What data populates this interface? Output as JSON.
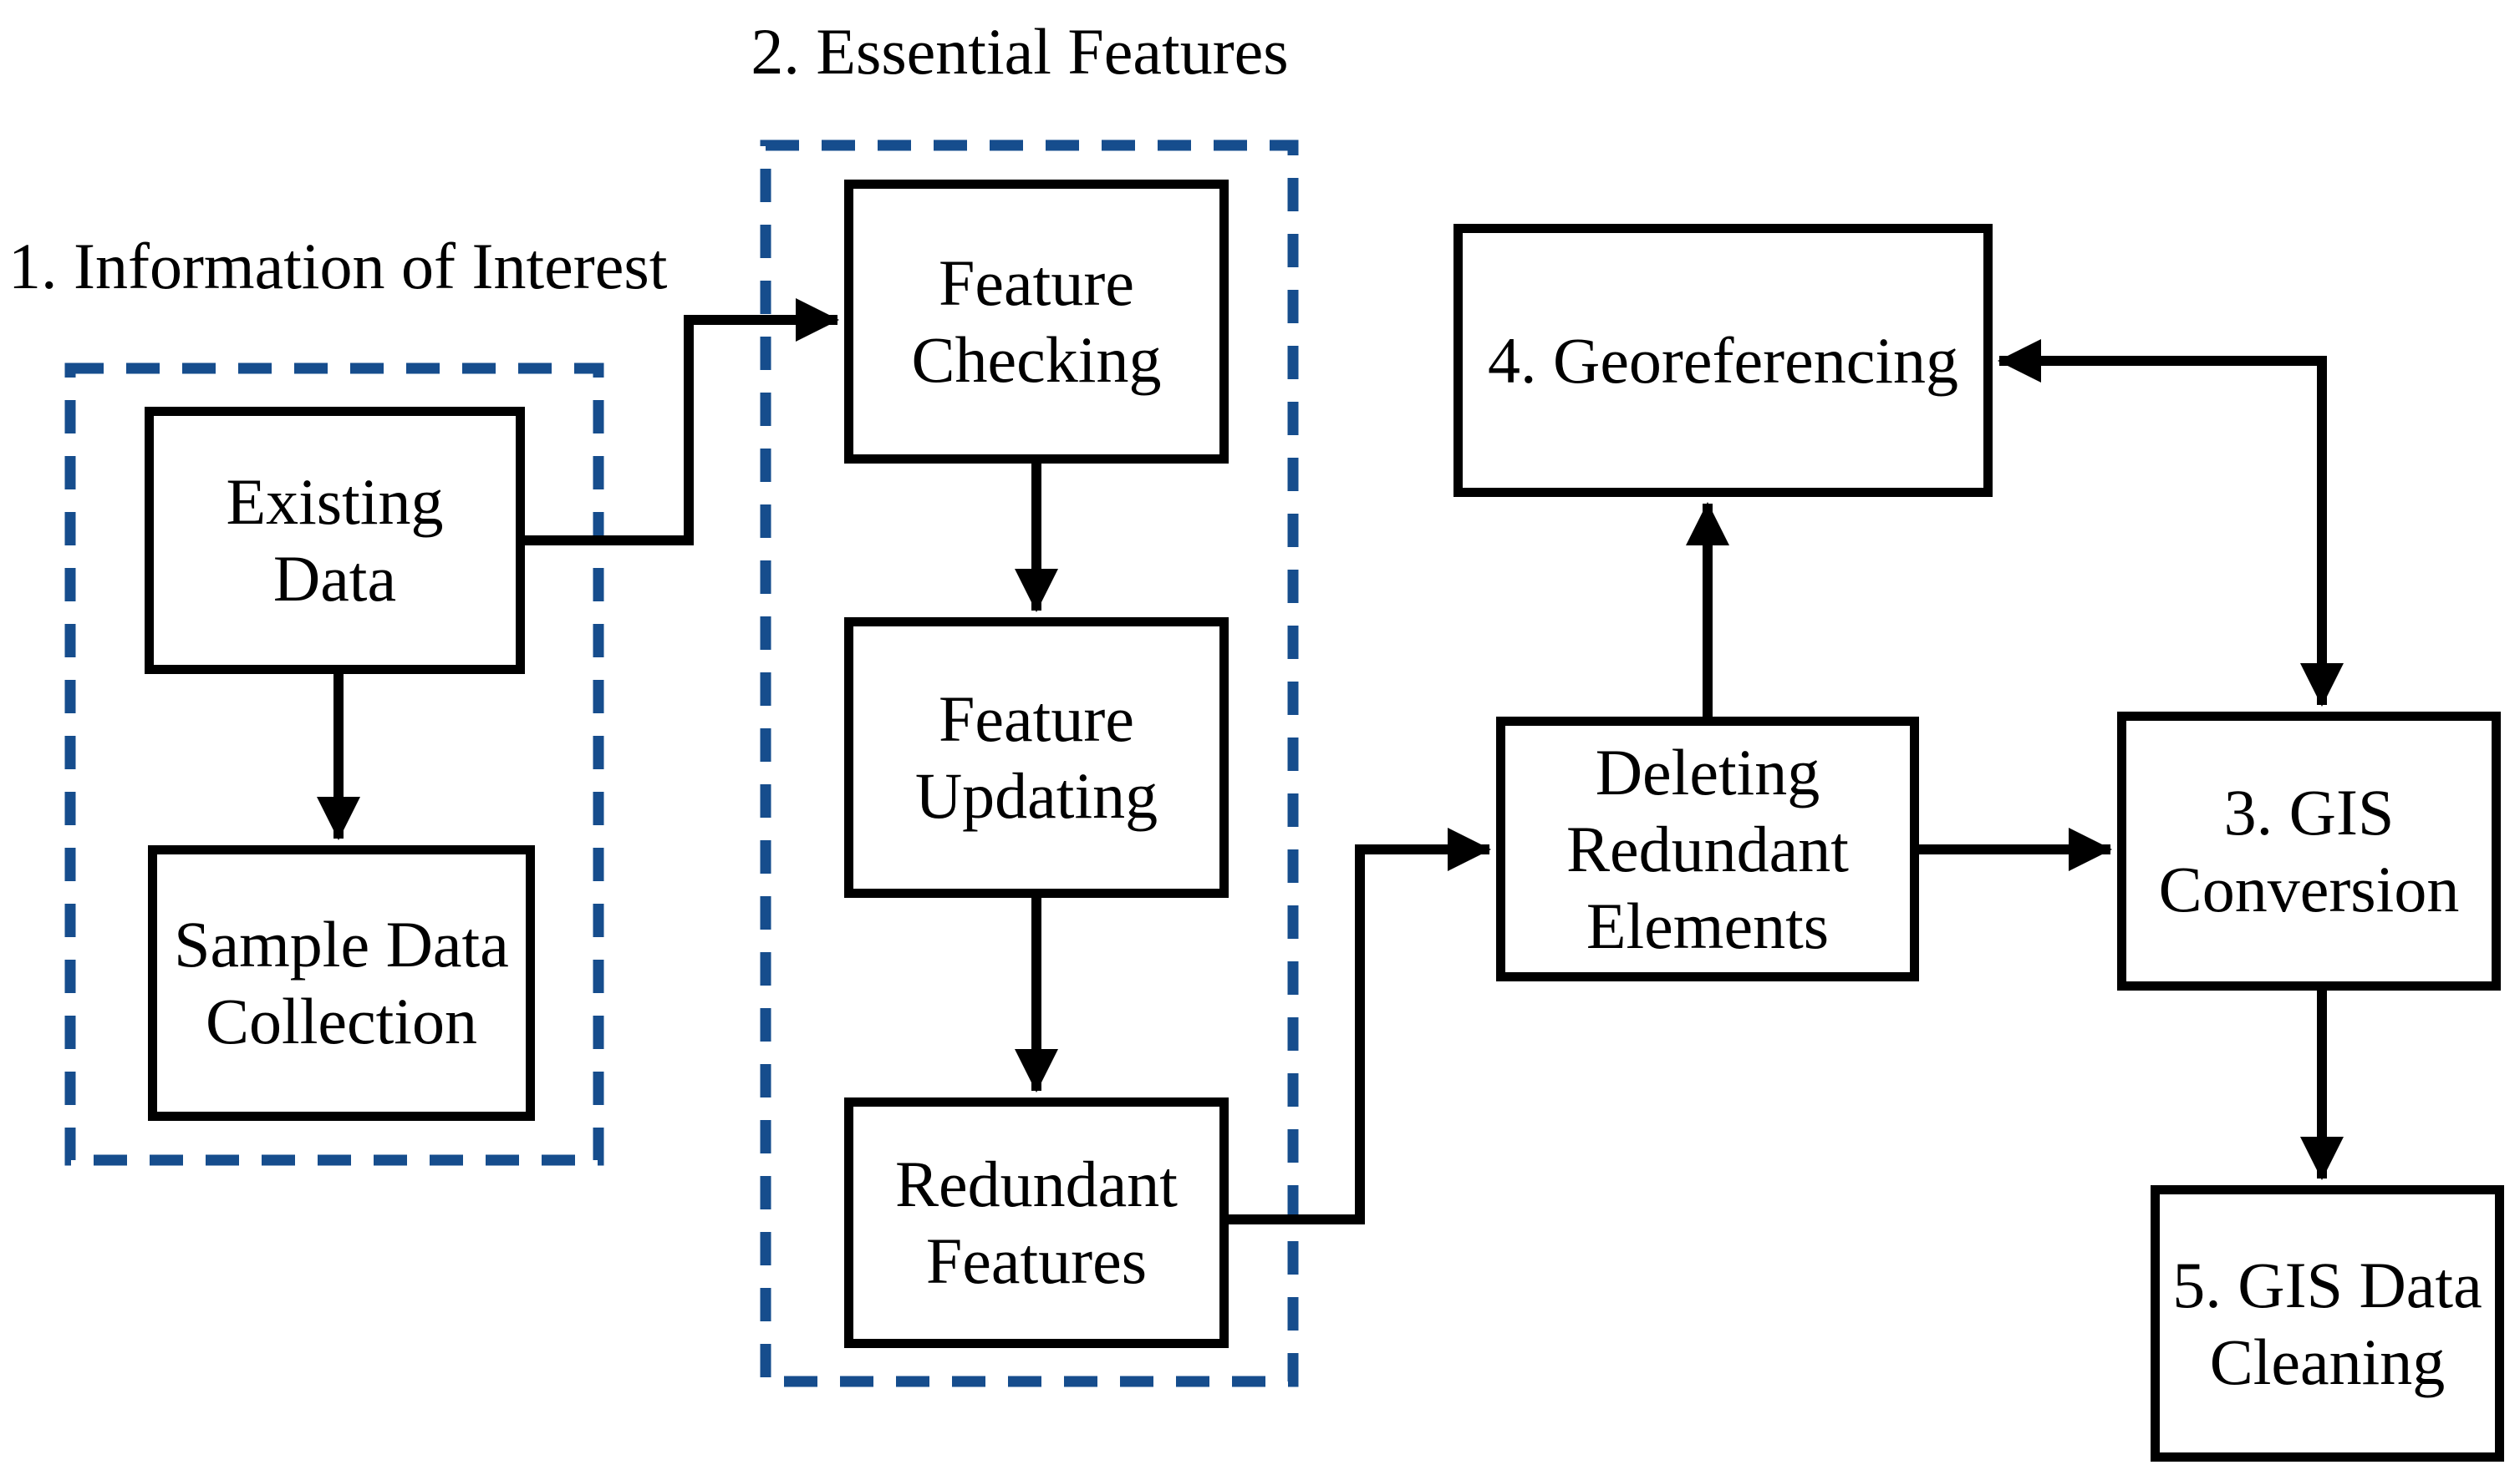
{
  "diagram": {
    "colors": {
      "background": "#ffffff",
      "box_border": "#000000",
      "arrow": "#000000",
      "text": "#000000",
      "dashed_group_border": "#164d8d"
    },
    "section_titles": [
      {
        "id": "information-of-interest",
        "label": "1. Information of Interest"
      },
      {
        "id": "essential-features",
        "label": "2. Essential Features"
      }
    ],
    "nodes": [
      {
        "id": "existing-data",
        "label": "Existing\nData"
      },
      {
        "id": "sample-data-collection",
        "label": "Sample Data\nCollection"
      },
      {
        "id": "feature-checking",
        "label": "Feature\nChecking"
      },
      {
        "id": "feature-updating",
        "label": "Feature\nUpdating"
      },
      {
        "id": "redundant-features",
        "label": "Redundant\nFeatures"
      },
      {
        "id": "deleting-redundant-elements",
        "label": "Deleting\nRedundant\nElements"
      },
      {
        "id": "georeferencing",
        "label": "4. Georeferencing"
      },
      {
        "id": "gis-conversion",
        "label": "3. GIS\nConversion"
      },
      {
        "id": "gis-data-cleaning",
        "label": "5. GIS Data\nCleaning"
      }
    ],
    "groups": [
      {
        "id": "group-1",
        "title": "1. Information of Interest",
        "contains": [
          "existing-data",
          "sample-data-collection"
        ]
      },
      {
        "id": "group-2",
        "title": "2. Essential Features",
        "contains": [
          "feature-checking",
          "feature-updating",
          "redundant-features"
        ]
      }
    ],
    "edges": [
      {
        "from": "existing-data",
        "to": "sample-data-collection",
        "style": "elbow-down"
      },
      {
        "from": "existing-data",
        "to": "feature-checking",
        "style": "elbow-right-up-right"
      },
      {
        "from": "feature-checking",
        "to": "feature-updating",
        "style": "down"
      },
      {
        "from": "feature-updating",
        "to": "redundant-features",
        "style": "down"
      },
      {
        "from": "redundant-features",
        "to": "deleting-redundant-elements",
        "style": "elbow-right-up-right"
      },
      {
        "from": "deleting-redundant-elements",
        "to": "georeferencing",
        "style": "up"
      },
      {
        "from": "deleting-redundant-elements",
        "to": "gis-conversion",
        "style": "right"
      },
      {
        "from": "georeferencing",
        "to": "gis-conversion",
        "style": "elbow-double-headed"
      },
      {
        "from": "gis-conversion",
        "to": "gis-data-cleaning",
        "style": "down"
      }
    ]
  }
}
